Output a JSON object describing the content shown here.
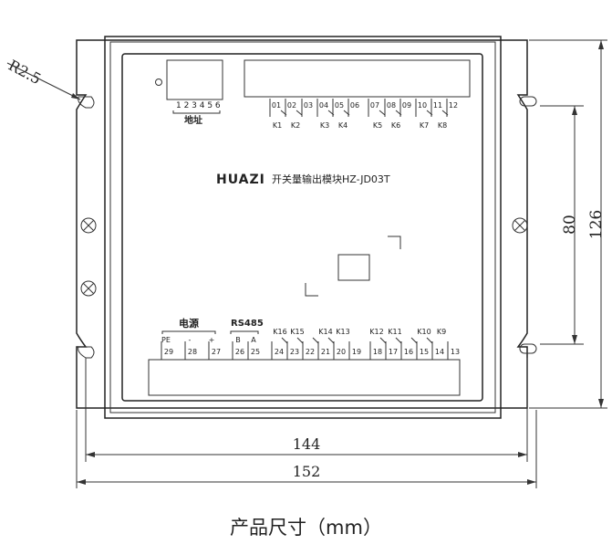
{
  "dimensions": {
    "radius": "R2.5",
    "inner_width": "144",
    "outer_width": "152",
    "inner_height": "80",
    "outer_height": "126"
  },
  "top_block": {
    "address_pins": "1 2 3 4 5 6",
    "address_label": "地址",
    "terminal_numbers": [
      "01",
      "02",
      "03",
      "04",
      "05",
      "06",
      "07",
      "08",
      "09",
      "10",
      "11",
      "12"
    ],
    "relay_labels": [
      "K1",
      "K2",
      "K3",
      "K4",
      "K5",
      "K6",
      "K7",
      "K8"
    ]
  },
  "title": {
    "brand": "HUAZI",
    "name": "开关量输出模块HZ-JD03T",
    "brand_color": "#1a3aa8"
  },
  "bottom_block": {
    "power_label": "电源",
    "rs485_label": "RS485",
    "power_pins": [
      "PE",
      "-",
      "+"
    ],
    "rs485_pins": [
      "B",
      "A"
    ],
    "terminal_numbers": [
      "29",
      "28",
      "27",
      "26",
      "25",
      "24",
      "23",
      "22",
      "21",
      "20",
      "19",
      "18",
      "17",
      "16",
      "15",
      "14",
      "13"
    ],
    "relay_labels": [
      "K16",
      "K15",
      "K14",
      "K13",
      "K12",
      "K11",
      "K10",
      "K9"
    ]
  },
  "caption": "产品尺寸（mm）"
}
